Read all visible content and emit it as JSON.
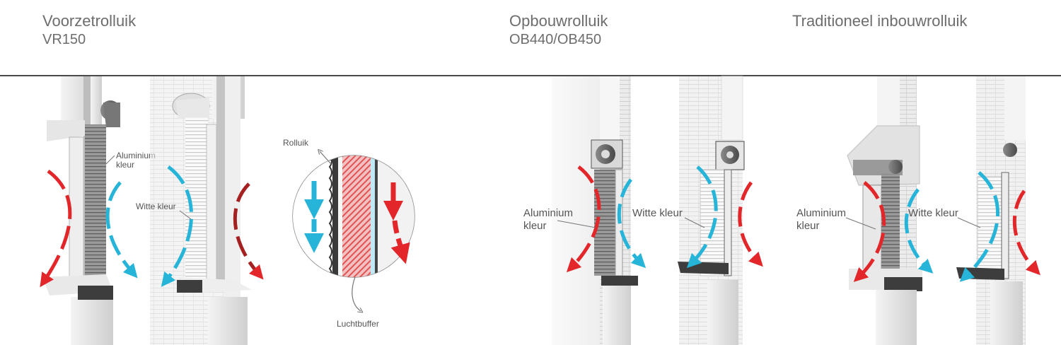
{
  "sections": [
    {
      "title": "Voorzetrolluik",
      "subtitle": "VR150"
    },
    {
      "title": "Opbouwrolluik",
      "subtitle": "OB440/OB450"
    },
    {
      "title": "Traditioneel inbouwrolluik",
      "subtitle": ""
    }
  ],
  "labels": {
    "aluminium": [
      "Aluminium",
      "kleur"
    ],
    "white": "Witte kleur",
    "rolluik": "Rolluik",
    "luchtbuffer": "Luchtbuffer"
  },
  "colors": {
    "warm": "#e2262a",
    "cool": "#26b4d8",
    "wall": "#dcdcdc",
    "text": "#6d6d6d"
  }
}
